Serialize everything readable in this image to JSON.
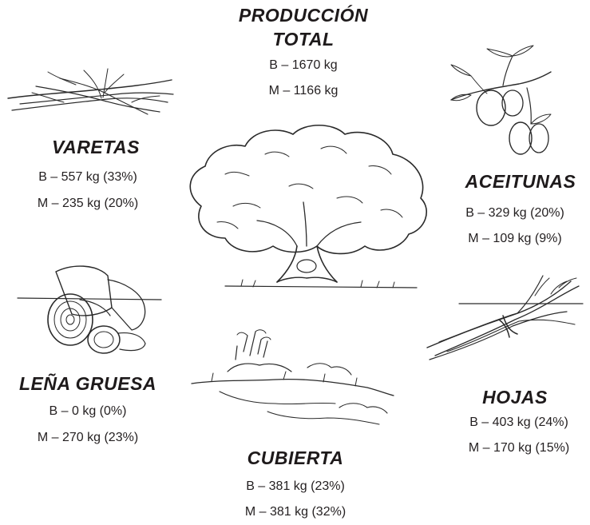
{
  "produccion_total": {
    "title_line1": "PRODUCCIÓN",
    "title_line2": "TOTAL",
    "b": "B – 1670 kg",
    "m": "M – 1166 kg"
  },
  "varetas": {
    "title": "VARETAS",
    "b": "B – 557 kg (33%)",
    "m": "M – 235 kg (20%)"
  },
  "aceitunas": {
    "title": "ACEITUNAS",
    "b": "B – 329 kg (20%)",
    "m": "M – 109 kg (9%)"
  },
  "lena_gruesa": {
    "title": "LEÑA GRUESA",
    "b": "B – 0 kg (0%)",
    "m": "M – 270 kg (23%)"
  },
  "hojas": {
    "title": "HOJAS",
    "b": "B – 403 kg (24%)",
    "m": "M – 170 kg (15%)"
  },
  "cubierta": {
    "title": "CUBIERTA",
    "b": "B – 381 kg (23%)",
    "m": "M – 381 kg (32%)"
  },
  "illustrations": [
    "olive-tree-icon",
    "twigs-icon",
    "olives-icon",
    "logs-icon",
    "leaf-bundle-icon",
    "ground-cover-icon"
  ]
}
